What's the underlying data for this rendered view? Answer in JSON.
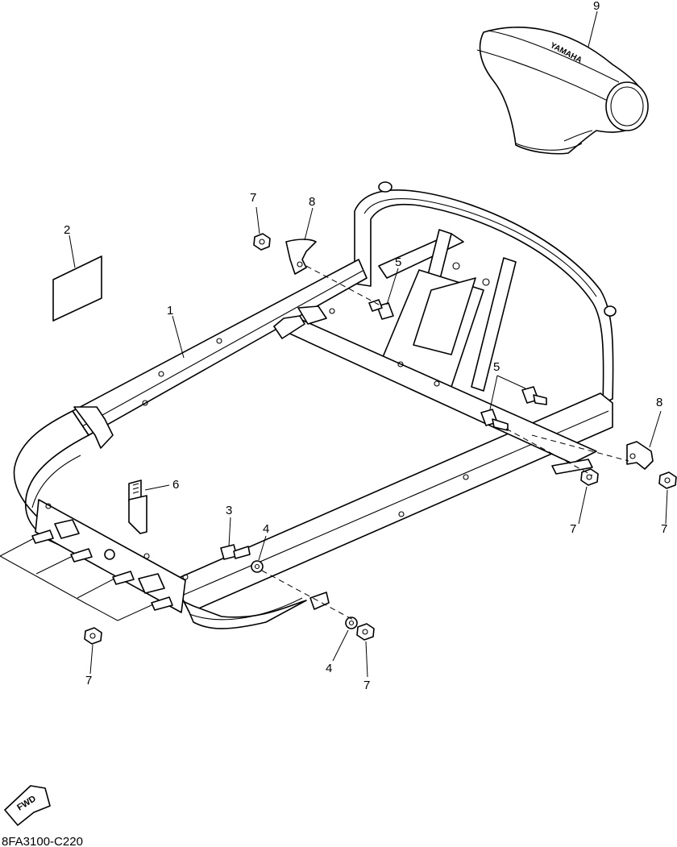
{
  "diagram": {
    "callouts": [
      "1",
      "2",
      "3",
      "4",
      "4",
      "5",
      "5",
      "6",
      "7",
      "7",
      "7",
      "7",
      "7",
      "8",
      "8",
      "9"
    ],
    "fwd_label": "FWD",
    "logo_text": "YAMAHA",
    "drawing_code": "8FA3100-C220"
  }
}
